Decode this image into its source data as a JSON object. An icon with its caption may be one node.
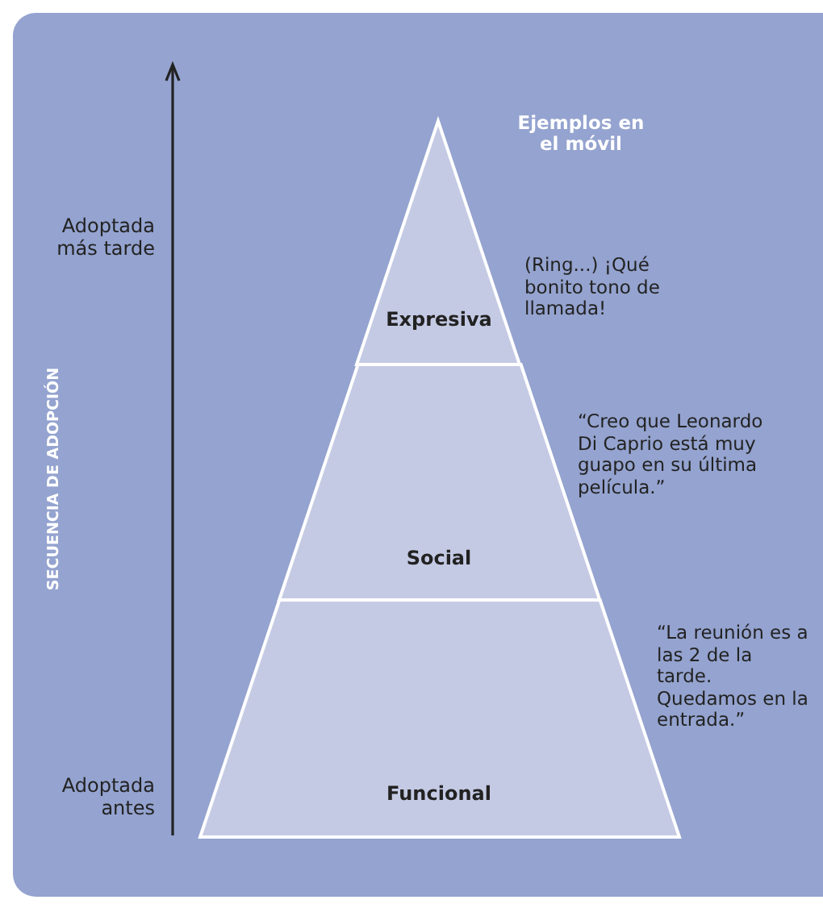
{
  "diagram": {
    "nodes": [
      {
        "text": [
          "Expresiva"
        ],
        "beside": [
          "(Ring...) ¡Qué bonito tono de llamada!"
        ]
      },
      {
        "text": [
          "Social"
        ],
        "beside": [
          "“Creo que Leonardo Di Caprio está muy guapo en su última película.”"
        ]
      },
      {
        "text": [
          "Funcional"
        ],
        "beside": [
          "“La reunión es a las 2 de la tarde. Quedamos en la entrada.”"
        ]
      }
    ],
    "labels": [
      "Ejemplos en el móvil",
      "Adoptada más tarde",
      "SECUENCIA DE ADOPCIÓN",
      "Adoptada antes"
    ]
  }
}
